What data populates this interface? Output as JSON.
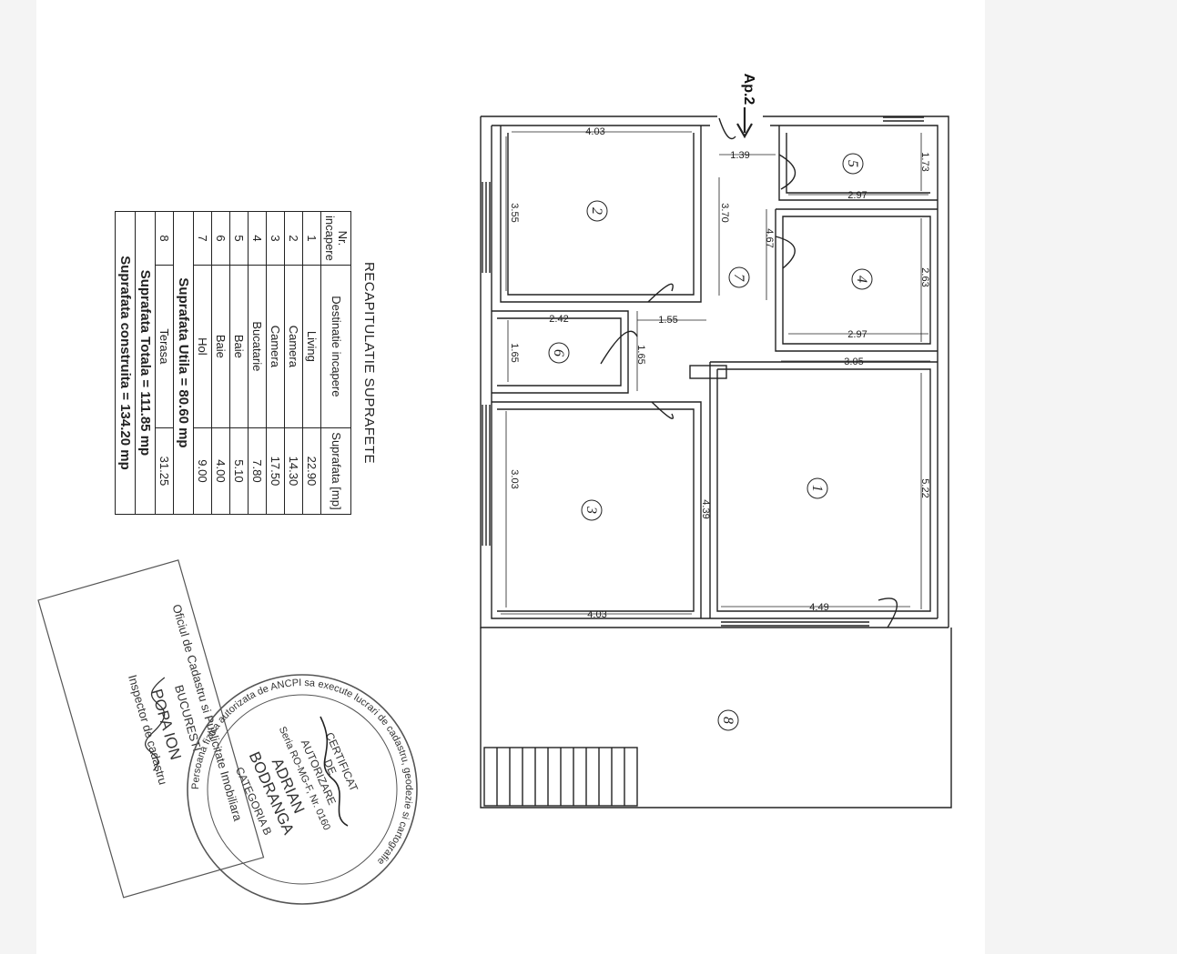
{
  "summary": {
    "title": "RECAPITULATIE SUPRAFETE",
    "headers": {
      "nr": "Nr. incapere",
      "dest": "Destinatie incapere",
      "supr": "Suprafata [mp]"
    },
    "rows": [
      {
        "nr": "1",
        "dest": "Living",
        "supr": "22.90"
      },
      {
        "nr": "2",
        "dest": "Camera",
        "supr": "14.30"
      },
      {
        "nr": "3",
        "dest": "Camera",
        "supr": "17.50"
      },
      {
        "nr": "4",
        "dest": "Bucatarie",
        "supr": "7.80"
      },
      {
        "nr": "5",
        "dest": "Baie",
        "supr": "5.10"
      },
      {
        "nr": "6",
        "dest": "Baie",
        "supr": "4.00"
      },
      {
        "nr": "7",
        "dest": "Hol",
        "supr": "9.00"
      }
    ],
    "suprafata_utila": "Suprafata Utila = 80.60 mp",
    "terasa": {
      "nr": "8",
      "dest": "Terasa",
      "supr": "31.25"
    },
    "suprafata_totala": "Suprafata Totala = 111.85 mp",
    "suprafata_construita": "Suprafata construita = 134.20 mp"
  },
  "plan": {
    "entrance_label": "Ap.2",
    "rooms": [
      "1",
      "2",
      "3",
      "4",
      "5",
      "6",
      "7",
      "8"
    ],
    "dimensions": {
      "r2_top": "4.03",
      "r2_side": "3.55",
      "hall_top": "1.39",
      "hall_len": "3.70",
      "hall_inner": "4.67",
      "r5_side": "1.73",
      "r5_bottom": "2.97",
      "r4_side": "2.63",
      "r4_bottom": "2.97",
      "r6_top": "2.42",
      "r6_side": "1.65",
      "r6_door": "1.65",
      "hall_width": "1.55",
      "r1_top": "3.05",
      "r1_side": "5.22",
      "r1_bottom": "4.49",
      "r3_side": "3.03",
      "r3_inner": "4.39",
      "r3_bottom": "4.03"
    }
  },
  "stamps": {
    "ocpi": {
      "line1": "Oficiul de Cadastru si Publicitate Imobiliara",
      "line2": "BUCURESTI",
      "line3": "POPA ION",
      "line4": "Inspector de cadastru"
    },
    "ancpi": {
      "ring": "Persoana fizica autorizata de ANCPI sa execute lucrari de cadastru, geodezie si cartografie",
      "cert1": "CERTIFICAT",
      "cert2": "DE",
      "cert3": "AUTORIZARE",
      "serie": "Seria RO-MG-F, Nr. 0160",
      "name1": "ADRIAN",
      "name2": "BODRANGA",
      "categ": "CATEGORIA B"
    }
  }
}
